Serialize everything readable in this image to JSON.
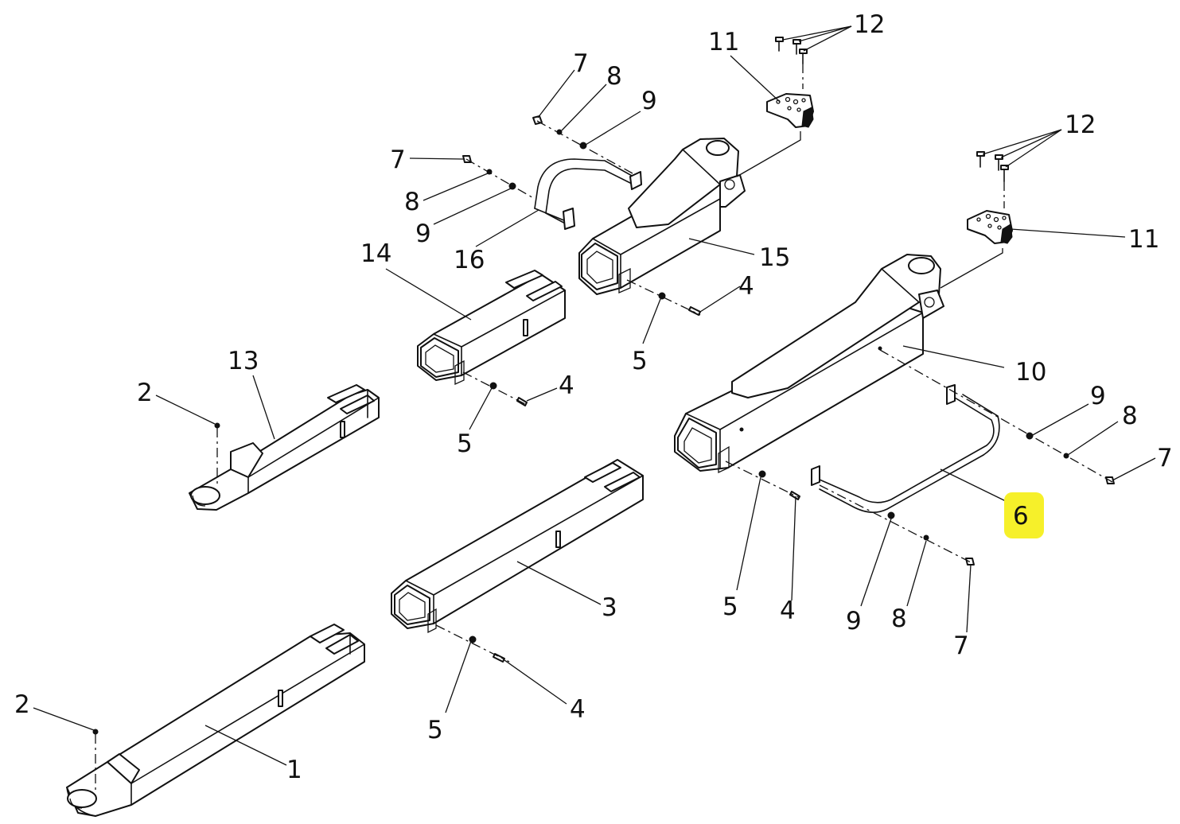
{
  "highlight_color": "#f6f02a",
  "line_color": "#111111",
  "callouts": {
    "c1": "1",
    "c2a": "2",
    "c2b": "2",
    "c3": "3",
    "c4a": "4",
    "c4b": "4",
    "c4c": "4",
    "c4d": "4",
    "c5a": "5",
    "c5b": "5",
    "c5c": "5",
    "c5d": "5",
    "c6": "6",
    "c7a": "7",
    "c7b": "7",
    "c7c": "7",
    "c7d": "7",
    "c8a": "8",
    "c8b": "8",
    "c8c": "8",
    "c8d": "8",
    "c9a": "9",
    "c9b": "9",
    "c9c": "9",
    "c9d": "9",
    "c10": "10",
    "c11a": "11",
    "c11b": "11",
    "c12a": "12",
    "c12b": "12",
    "c13": "13",
    "c14": "14",
    "c15": "15",
    "c16": "16"
  }
}
